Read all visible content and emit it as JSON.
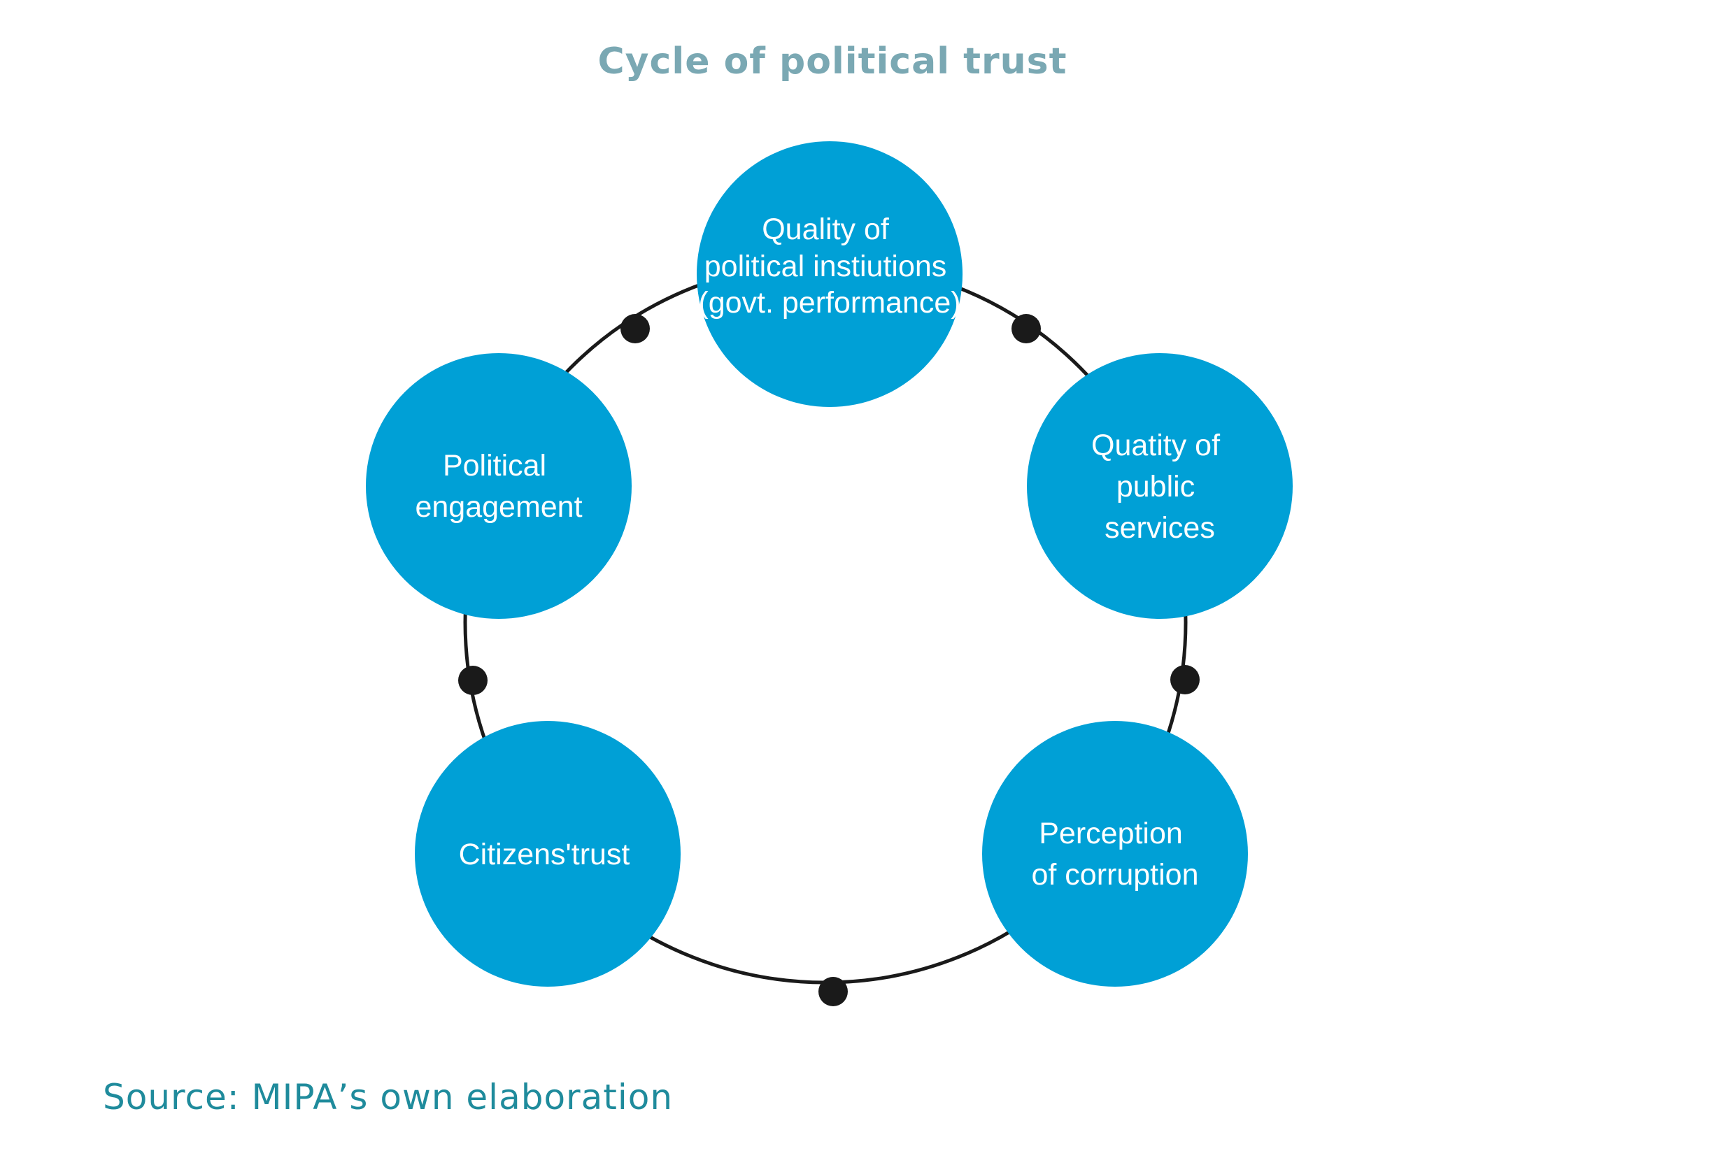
{
  "title": "Cycle of political trust",
  "source": "Source: MIPA’s own elaboration",
  "colors": {
    "title": "#7aa8b3",
    "source": "#1f8b9c",
    "node_fill": "#00a0d6",
    "ring": "#1a1a1a",
    "connector_dot": "#1a1a1a",
    "node_text": "#ffffff"
  },
  "nodes": [
    {
      "id": "quality-institutions",
      "lines": [
        "Quality of",
        "political instiutions",
        "(govt. performance)"
      ]
    },
    {
      "id": "quality-services",
      "lines": [
        "Quatity of",
        "public",
        "services"
      ]
    },
    {
      "id": "perception-corruption",
      "lines": [
        "Perception",
        "of corruption"
      ]
    },
    {
      "id": "citizens-trust",
      "lines": [
        "Citizens'trust"
      ]
    },
    {
      "id": "political-engagement",
      "lines": [
        "Political",
        "engagement"
      ]
    }
  ]
}
